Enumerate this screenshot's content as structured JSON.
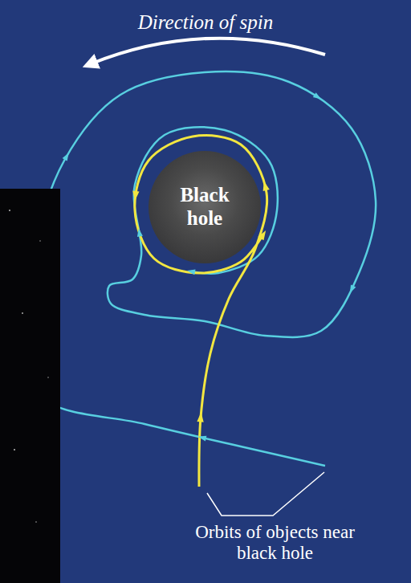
{
  "diagram": {
    "nodes": [
      {
        "text": [
          "Black hole"
        ]
      }
    ],
    "labels": [
      "Direction of spin",
      "Orbits of objects near black hole"
    ]
  }
}
